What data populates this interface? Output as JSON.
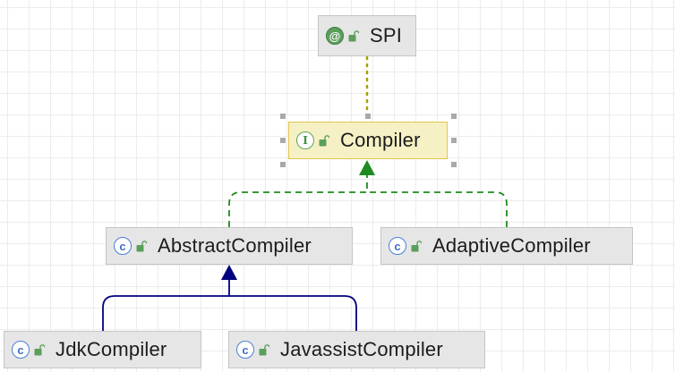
{
  "diagram": {
    "nodes": {
      "spi": {
        "label": "SPI",
        "kind_icon": "annotation-icon",
        "kind_glyph": "@"
      },
      "compiler": {
        "label": "Compiler",
        "kind_icon": "interface-icon",
        "kind_glyph": "I"
      },
      "abstract_compiler": {
        "label": "AbstractCompiler",
        "kind_icon": "class-icon",
        "kind_glyph": "c"
      },
      "adaptive_compiler": {
        "label": "AdaptiveCompiler",
        "kind_icon": "class-icon",
        "kind_glyph": "c"
      },
      "jdk_compiler": {
        "label": "JdkCompiler",
        "kind_icon": "class-icon",
        "kind_glyph": "c"
      },
      "javassist_compiler": {
        "label": "JavassistCompiler",
        "kind_icon": "class-icon",
        "kind_glyph": "c"
      }
    },
    "colors": {
      "annotation_edge": "#a6a000",
      "implements_edge": "#1f8a1f",
      "extends_edge": "#000080",
      "selected_border": "#e3c44e",
      "node_fill": "#e6e6e6"
    }
  }
}
